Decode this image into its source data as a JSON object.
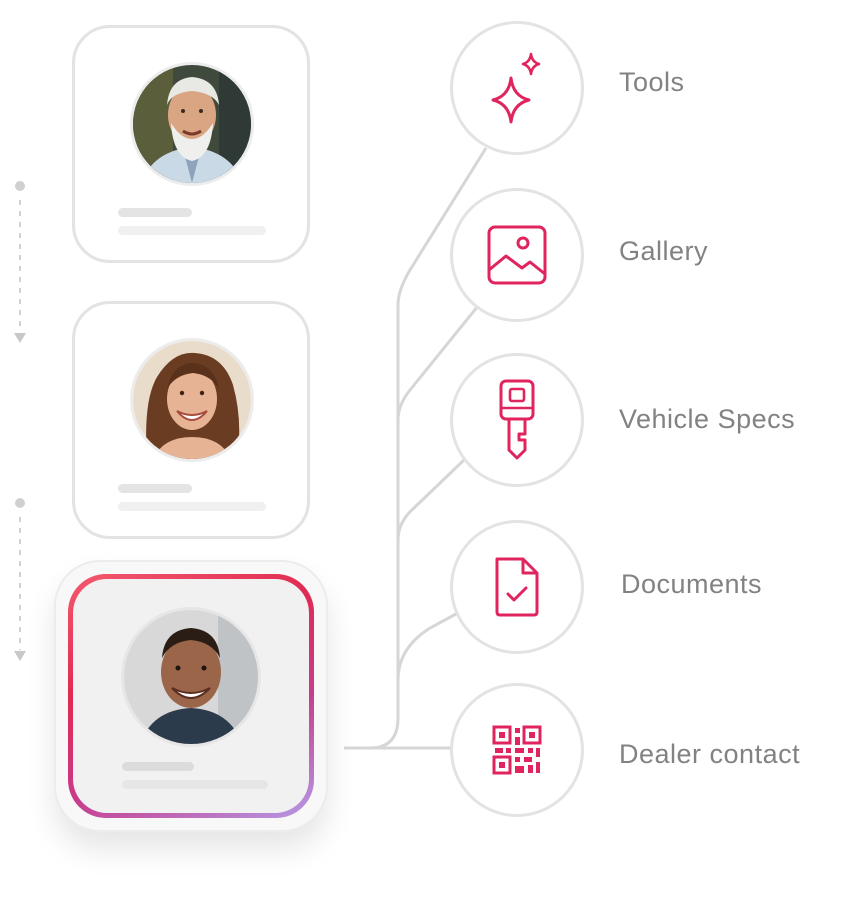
{
  "colors": {
    "accent": "#e0245e",
    "border": "#e3e3e3",
    "label": "#828282",
    "connector": "#d6d6d6"
  },
  "profiles": [
    {
      "avatar": "avatar-older-man-beard",
      "state": "inactive"
    },
    {
      "avatar": "avatar-young-woman-curly-hair",
      "state": "inactive"
    },
    {
      "avatar": "avatar-young-man-smiling",
      "state": "active"
    }
  ],
  "features": [
    {
      "label": "Tools",
      "icon": "sparkle-icon"
    },
    {
      "label": "Gallery",
      "icon": "image-icon"
    },
    {
      "label": "Vehicle Specs",
      "icon": "car-key-icon"
    },
    {
      "label": "Documents",
      "icon": "document-check-icon"
    },
    {
      "label": "Dealer contact",
      "icon": "qr-code-icon"
    }
  ]
}
